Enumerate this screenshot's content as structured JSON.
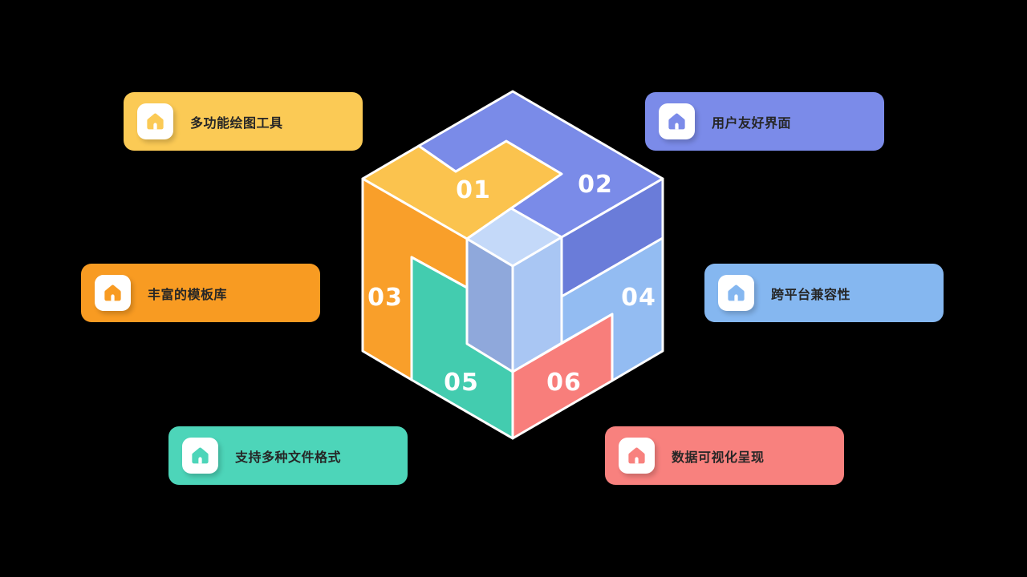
{
  "background": "#000000",
  "cube": {
    "outline_color": "#ffffff",
    "pieces": {
      "p01_top": {
        "number": "01",
        "color": "#FBC34E"
      },
      "p02_top": {
        "number": "02",
        "color": "#7A8BE8"
      },
      "p02_side": {
        "color": "#6A7CD9"
      },
      "p03_left": {
        "number": "03",
        "color": "#F99F2A"
      },
      "p04_right": {
        "number": "04",
        "color": "#93BCF2"
      },
      "p05_left": {
        "number": "05",
        "color": "#43CCAF"
      },
      "p06_right": {
        "number": "06",
        "color": "#F87E7B"
      },
      "column_top": {
        "color": "#C4D9F9"
      },
      "column_left": {
        "color": "#8FA8DB"
      },
      "column_right": {
        "color": "#A9C6F3"
      }
    }
  },
  "callouts": [
    {
      "label": "多功能绘图工具",
      "color": "#FBCA55",
      "icon": "house"
    },
    {
      "label": "用户友好界面",
      "color": "#7B8BE9",
      "icon": "house"
    },
    {
      "label": "丰富的模板库",
      "color": "#F89B22",
      "icon": "house"
    },
    {
      "label": "跨平台兼容性",
      "color": "#85B7F0",
      "icon": "house"
    },
    {
      "label": "支持多种文件格式",
      "color": "#4DD5B9",
      "icon": "house"
    },
    {
      "label": "数据可视化呈现",
      "color": "#F8817E",
      "icon": "house"
    }
  ]
}
